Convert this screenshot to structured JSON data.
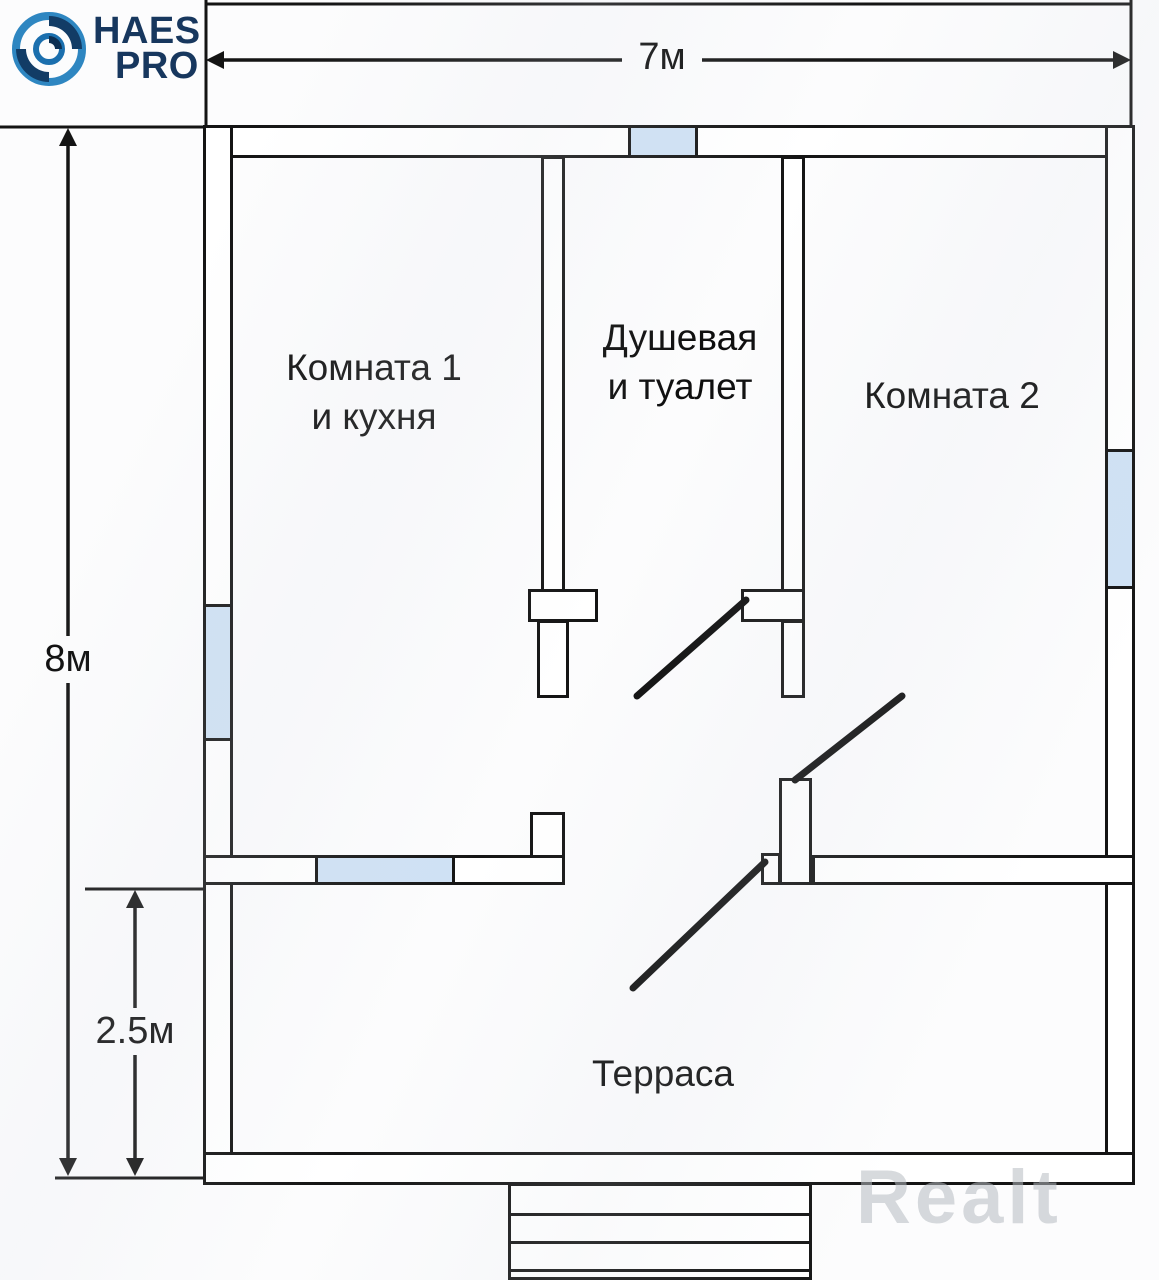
{
  "logo": {
    "line1": "HAES",
    "line2": "PRO"
  },
  "dimensions": {
    "width_label": "7м",
    "height_label": "8м",
    "terrace_label": "2.5м"
  },
  "rooms": {
    "room1": {
      "line1": "Комната 1",
      "line2": "и кухня"
    },
    "shower": {
      "line1": "Душевая",
      "line2": "и туалет"
    },
    "room2": {
      "line1": "Комната 2"
    },
    "terrace": {
      "line1": "Терраса"
    }
  },
  "watermark": {
    "text": "Realt"
  },
  "colors": {
    "wall_line": "#141414",
    "window_fill": "#cfe1f4",
    "logo_navy": "#17375e",
    "logo_blue": "#2e86c1",
    "watermark_gray": "#b7bcc2"
  }
}
